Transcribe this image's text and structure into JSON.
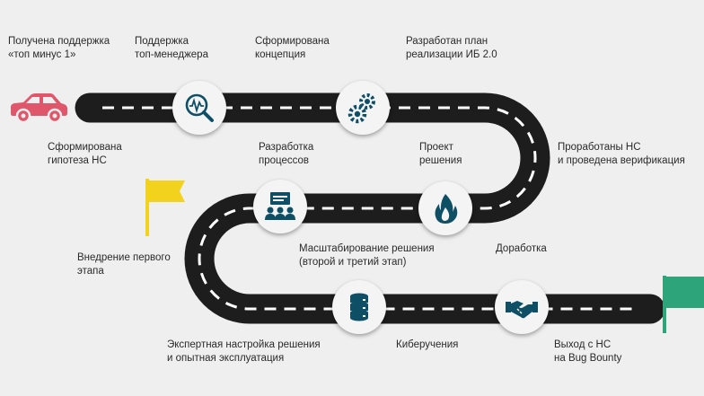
{
  "colors": {
    "background": "#efefef",
    "road": "#1d1d1d",
    "road_marking": "#ffffff",
    "icon": "#0f4f66",
    "car": "#e0566a",
    "flag_start": "#f2d21c",
    "flag_finish": "#2da47a"
  },
  "milestones": [
    {
      "label": "Получена поддержка\n«топ минус 1»"
    },
    {
      "label": "Поддержка\nтоп-менеджера",
      "icon": "search-chart-icon"
    },
    {
      "label": "Сформирована\nконцепция",
      "icon": "gears-icon"
    },
    {
      "label": "Разработан план\nреализации ИБ 2.0"
    },
    {
      "label": "Сформирована\nгипотеза НС"
    },
    {
      "label": "Разработка\nпроцессов"
    },
    {
      "label": "Проект\nрешения"
    },
    {
      "label": "Проработаны НС\nи проведена верификация"
    },
    {
      "label": "Внедрение первого\nэтапа"
    },
    {
      "label": "Масштабирование решения\n(второй и третий этап)",
      "icon": "team-presentation-icon"
    },
    {
      "label": "Доработка",
      "icon": "flame-icon"
    },
    {
      "label": "Экспертная настройка решения\nи опытная эксплуатация"
    },
    {
      "label": "Киберучения",
      "icon": "database-icon"
    },
    {
      "label": "Выход с НС\nна Bug Bounty",
      "icon": "handshake-icon"
    }
  ],
  "decor": {
    "start": "car-icon",
    "midpoint": "yellow-flag-icon",
    "finish": "green-flag-icon"
  }
}
